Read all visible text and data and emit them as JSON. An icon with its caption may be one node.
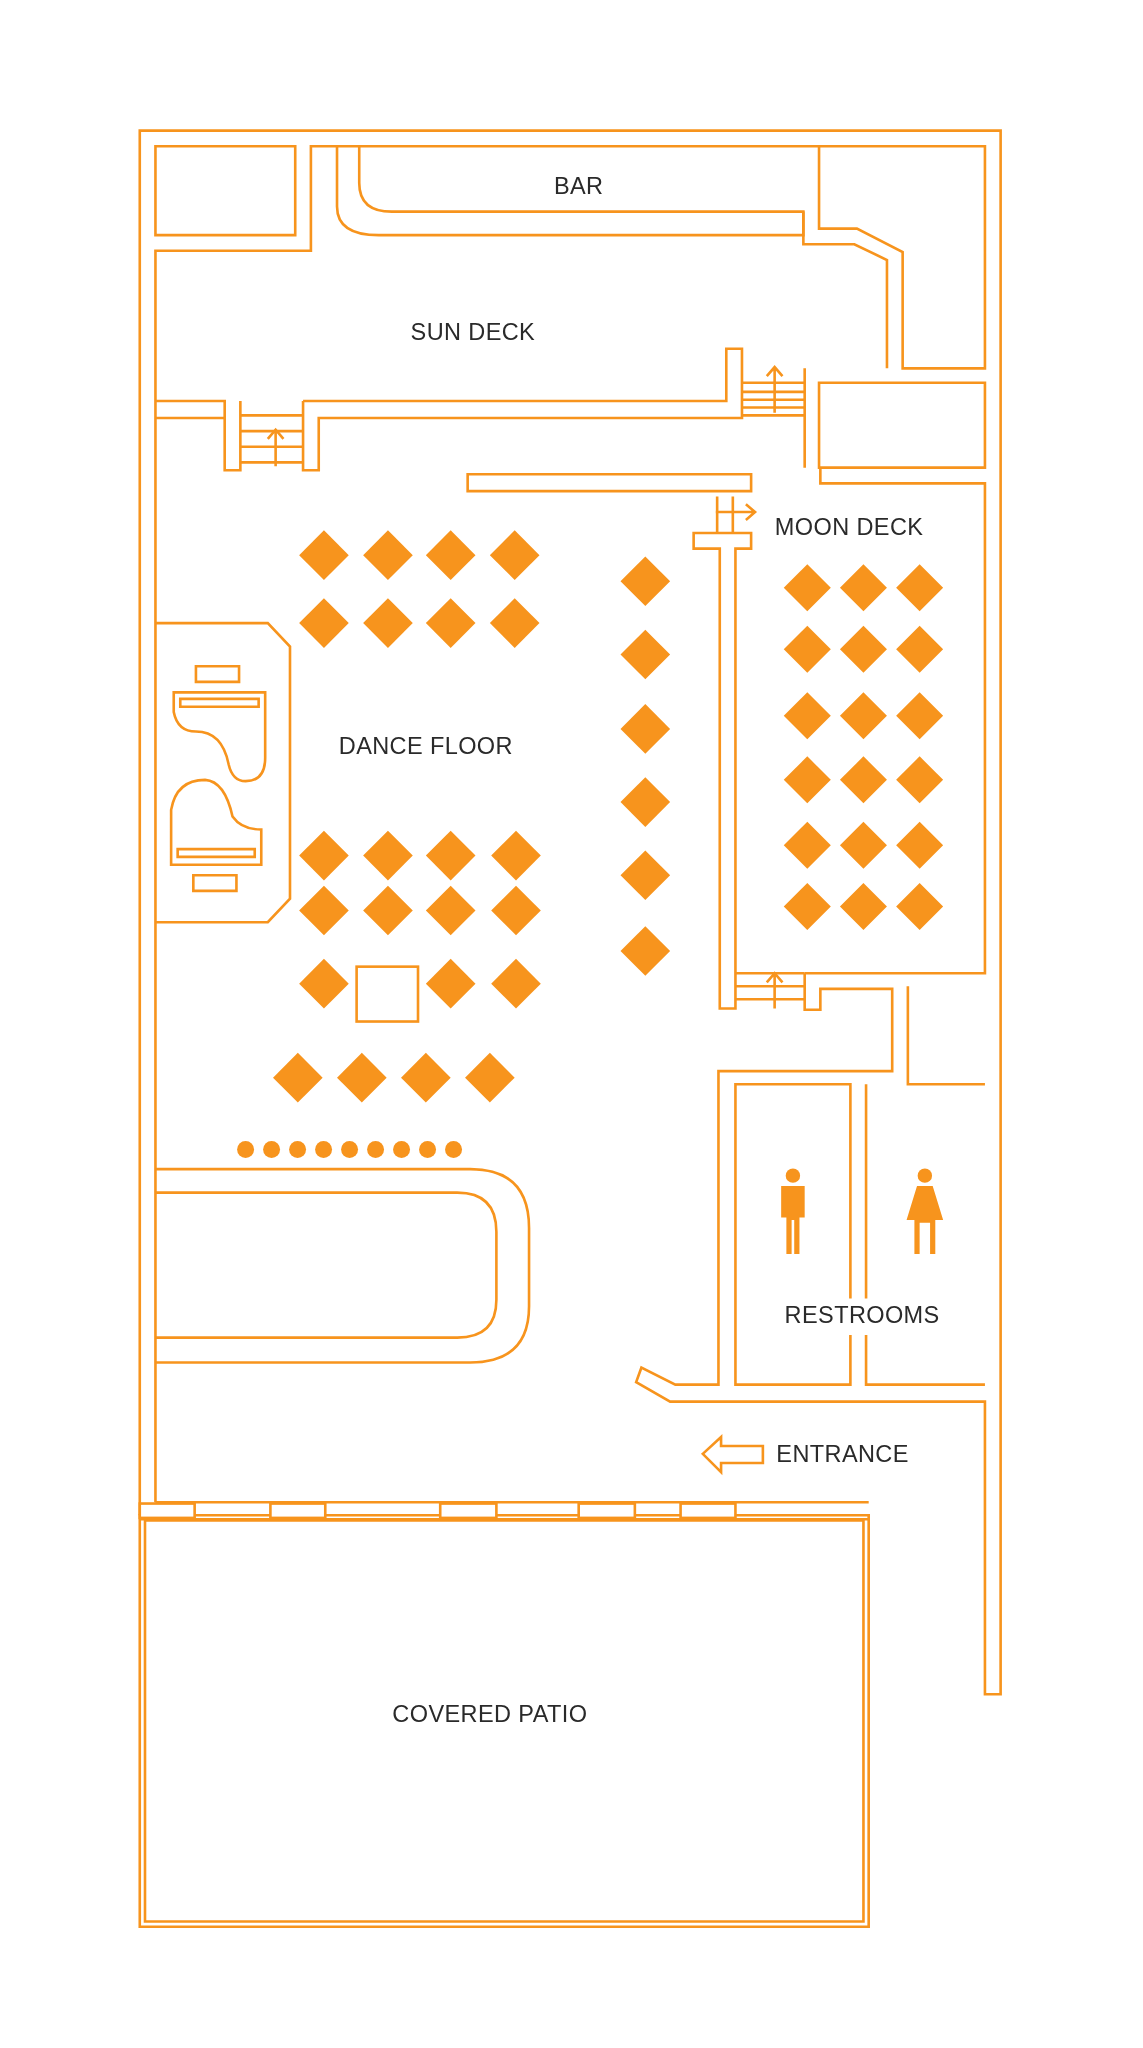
{
  "diagram": {
    "labels": [
      "BAR",
      "SUN DECK",
      "MOON DECK",
      "DANCE FLOOR",
      "RESTROOMS",
      "ENTRANCE",
      "COVERED PATIO"
    ]
  }
}
